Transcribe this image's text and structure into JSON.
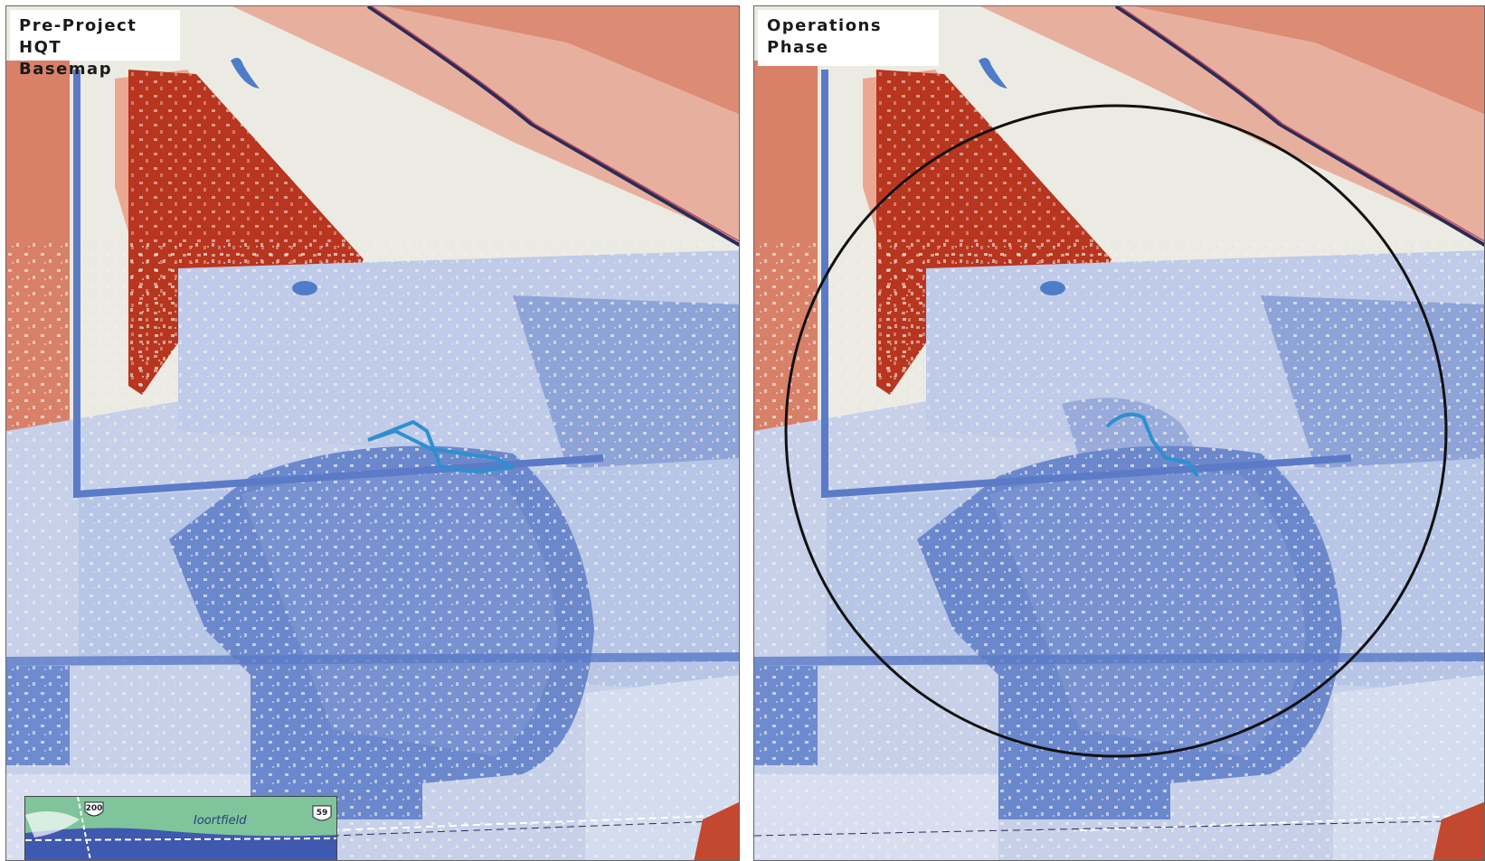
{
  "panels": [
    {
      "id": "pre-project",
      "label_lines": [
        "Pre-Project HQT",
        "Basemap"
      ],
      "show_circle": false
    },
    {
      "id": "operations",
      "label_lines": [
        "Operations",
        "Phase"
      ],
      "show_circle": true
    }
  ],
  "inset": {
    "shields": [
      "200",
      "59"
    ],
    "town": "Ioortfield"
  },
  "colors": {
    "red_dark": "#b8351f",
    "red_mid": "#d46a4f",
    "red_light": "#eaa890",
    "cream": "#ecebe3",
    "blue_light": "#b7c5e6",
    "blue_mid": "#8ea3d7",
    "blue_dark": "#5b7bc8",
    "stream": "#2e8fd0",
    "road_dark": "#2b2c55",
    "road_red": "#b84a6a",
    "inset_green": "#7fc49a",
    "inset_blue": "#3f58b0"
  },
  "icons": [
    "highway-shield-icon",
    "road-line-icon",
    "stream-line-icon",
    "impact-circle-icon"
  ]
}
